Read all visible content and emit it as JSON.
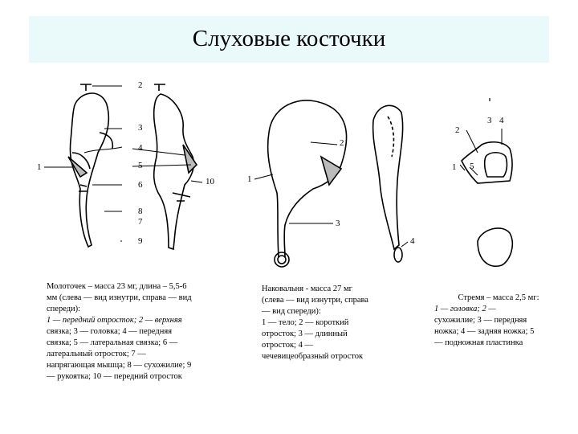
{
  "title": "Слуховые косточки",
  "figures": {
    "malleus": {
      "labels": [
        "2",
        "3",
        "4",
        "5",
        "1",
        "6",
        "10",
        "8",
        "7",
        "9"
      ]
    },
    "incus": {
      "labels": [
        "1",
        "2",
        "3",
        "4"
      ]
    },
    "stapes": {
      "labels": [
        "1",
        "2",
        "3",
        "4",
        "5"
      ]
    }
  },
  "captions": {
    "malleus": {
      "line1": "Молоточек – масса 23 мг, длина – 5,5-6",
      "line2": "мм (слева — вид изнутри, справа — вид",
      "line3": "спереди):",
      "line4": "1 — передний отросток; 2 — верхняя",
      "line5": "связка; 3 — головка; 4 — передняя",
      "line6": "связка; 5 — латеральная связка; 6 —",
      "line7": "латеральный отросток; 7 —",
      "line8": "напрягающая мышца; 8 — сухожилие; 9",
      "line9": "— рукоятка; 10 — передний отросток"
    },
    "incus": {
      "line1": "Наковальня - масса 27 мг",
      "line2": "(слева — вид изнутри, справа",
      "line3": "— вид спереди):",
      "line4": " 1 — тело; 2 — короткий",
      "line5": "отросток; 3 — длинный",
      "line6": "отросток; 4 —",
      "line7": "чечевицеобразный отросток"
    },
    "stapes": {
      "line1": "Стремя – масса 2,5 мг:",
      "line2": "1 — головка; 2 —",
      "line3": "сухожилие; 3 — передняя",
      "line4": "ножка; 4 — задняя ножка; 5",
      "line5": "— подножная пластинка"
    }
  }
}
